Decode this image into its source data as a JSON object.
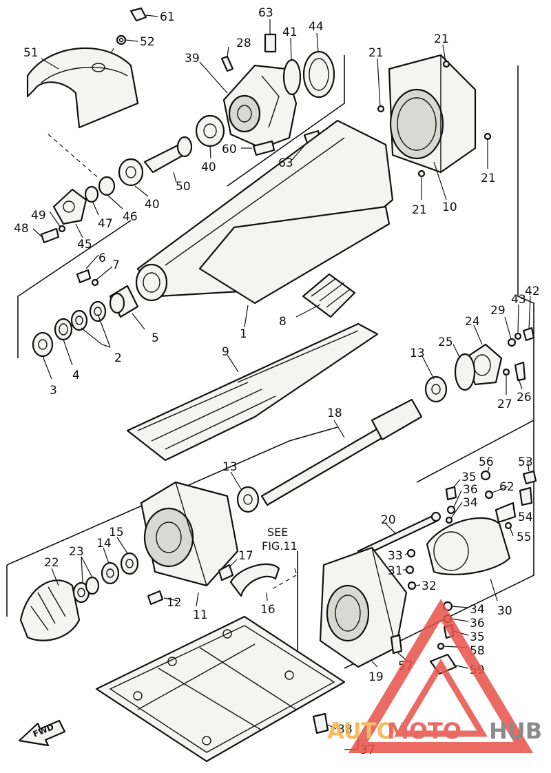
{
  "callouts": [
    {
      "id": "p61",
      "text": "61"
    },
    {
      "id": "p52",
      "text": "52"
    },
    {
      "id": "p51",
      "text": "51"
    },
    {
      "id": "p63a",
      "text": "63"
    },
    {
      "id": "p28",
      "text": "28"
    },
    {
      "id": "p41",
      "text": "41"
    },
    {
      "id": "p44",
      "text": "44"
    },
    {
      "id": "p39",
      "text": "39"
    },
    {
      "id": "p21a",
      "text": "21"
    },
    {
      "id": "p21b",
      "text": "21"
    },
    {
      "id": "p60",
      "text": "60"
    },
    {
      "id": "p63b",
      "text": "63"
    },
    {
      "id": "p40a",
      "text": "40"
    },
    {
      "id": "p50",
      "text": "50"
    },
    {
      "id": "p40b",
      "text": "40"
    },
    {
      "id": "p21c",
      "text": "21"
    },
    {
      "id": "p21d",
      "text": "21"
    },
    {
      "id": "p10",
      "text": "10"
    },
    {
      "id": "p49",
      "text": "49"
    },
    {
      "id": "p47",
      "text": "47"
    },
    {
      "id": "p46",
      "text": "46"
    },
    {
      "id": "p48",
      "text": "48"
    },
    {
      "id": "p45",
      "text": "45"
    },
    {
      "id": "p6",
      "text": "6"
    },
    {
      "id": "p7",
      "text": "7"
    },
    {
      "id": "p42",
      "text": "42"
    },
    {
      "id": "p43",
      "text": "43"
    },
    {
      "id": "p29",
      "text": "29"
    },
    {
      "id": "p24",
      "text": "24"
    },
    {
      "id": "p8",
      "text": "8"
    },
    {
      "id": "p5",
      "text": "5"
    },
    {
      "id": "p1",
      "text": "1"
    },
    {
      "id": "p2",
      "text": "2"
    },
    {
      "id": "p3",
      "text": "3"
    },
    {
      "id": "p4",
      "text": "4"
    },
    {
      "id": "p9",
      "text": "9"
    },
    {
      "id": "p13a",
      "text": "13"
    },
    {
      "id": "p25",
      "text": "25"
    },
    {
      "id": "p27",
      "text": "27"
    },
    {
      "id": "p26",
      "text": "26"
    },
    {
      "id": "p18",
      "text": "18"
    },
    {
      "id": "p13b",
      "text": "13"
    },
    {
      "id": "p56",
      "text": "56"
    },
    {
      "id": "p53",
      "text": "53"
    },
    {
      "id": "p35a",
      "text": "35"
    },
    {
      "id": "p36a",
      "text": "36"
    },
    {
      "id": "p62",
      "text": "62"
    },
    {
      "id": "p34a",
      "text": "34"
    },
    {
      "id": "p54",
      "text": "54"
    },
    {
      "id": "p20",
      "text": "20"
    },
    {
      "id": "p55",
      "text": "55"
    },
    {
      "id": "p33",
      "text": "33"
    },
    {
      "id": "p31",
      "text": "31"
    },
    {
      "id": "p32",
      "text": "32"
    },
    {
      "id": "p22",
      "text": "22"
    },
    {
      "id": "p23",
      "text": "23"
    },
    {
      "id": "p14",
      "text": "14"
    },
    {
      "id": "p15",
      "text": "15"
    },
    {
      "id": "p17",
      "text": "17"
    },
    {
      "id": "p12",
      "text": "12"
    },
    {
      "id": "p11",
      "text": "11"
    },
    {
      "id": "p16",
      "text": "16"
    },
    {
      "id": "p34b",
      "text": "34"
    },
    {
      "id": "p30",
      "text": "30"
    },
    {
      "id": "p36b",
      "text": "36"
    },
    {
      "id": "p35b",
      "text": "35"
    },
    {
      "id": "p58",
      "text": "58"
    },
    {
      "id": "p19",
      "text": "19"
    },
    {
      "id": "p57",
      "text": "57"
    },
    {
      "id": "p59",
      "text": "59"
    },
    {
      "id": "p38",
      "text": "38"
    },
    {
      "id": "p37",
      "text": "37"
    }
  ],
  "see_note": {
    "line1": "SEE",
    "line2": "FIG.11"
  },
  "fwd_label": "FWD",
  "watermark": {
    "auto": "AUTO",
    "moto": "MOTO",
    "hub": "HUB",
    "colors": {
      "auto": "#f0b24a",
      "moto": "#e8524a",
      "hub": "#777777",
      "triangle": "#e8524a"
    }
  }
}
